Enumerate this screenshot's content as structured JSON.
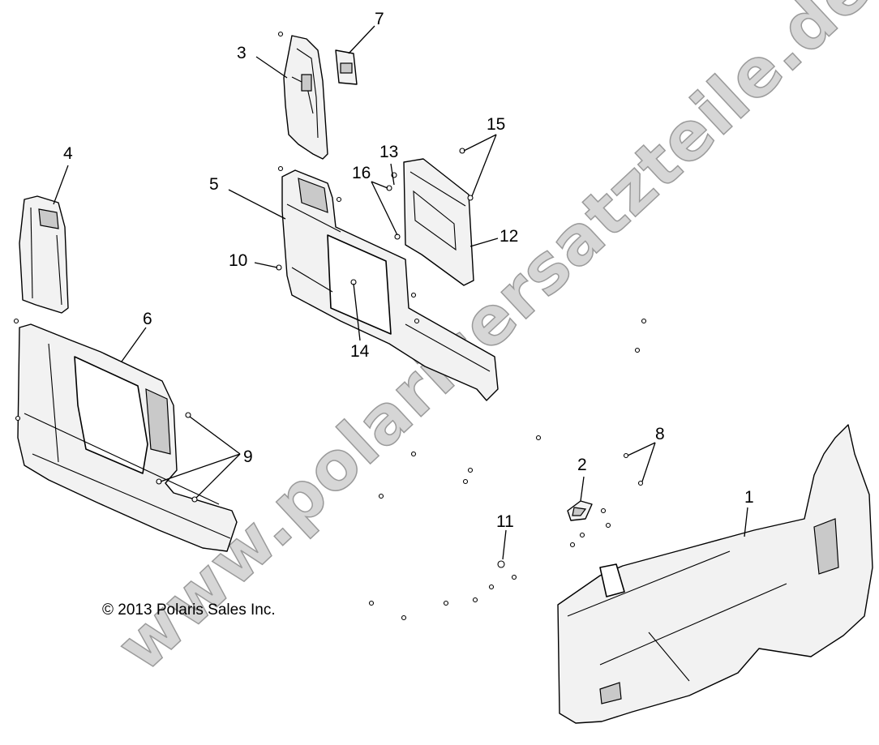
{
  "callouts": [
    "1",
    "2",
    "3",
    "4",
    "5",
    "6",
    "7",
    "8",
    "9",
    "10",
    "11",
    "12",
    "13",
    "14",
    "15",
    "16"
  ],
  "copyright": "© 2013 Polaris Sales Inc.",
  "watermark": "www.polarisersatzteile.de",
  "colors": {
    "line": "#000000",
    "background": "#ffffff",
    "watermark": "#d6d6d6"
  }
}
